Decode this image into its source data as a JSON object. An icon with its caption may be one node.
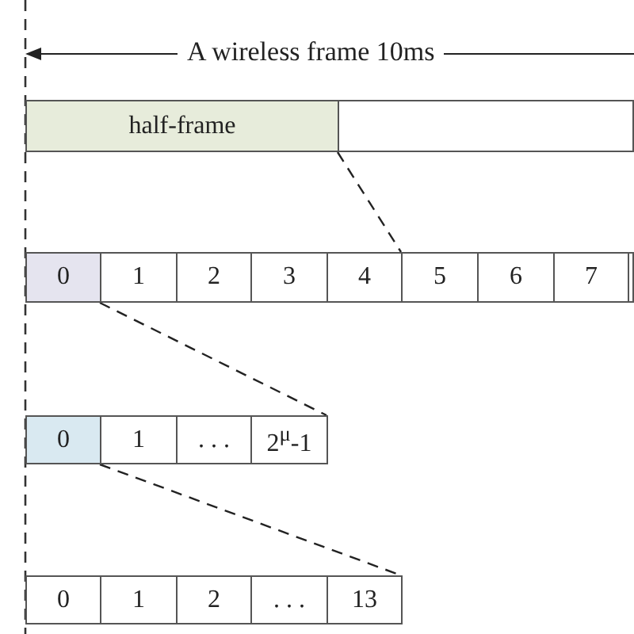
{
  "diagram": {
    "nodes": [
      {
        "text": [
          "half-frame"
        ]
      },
      {
        "text": [],
        "shape": "box"
      },
      {
        "text": [
          "0"
        ]
      },
      {
        "text": [
          "1"
        ]
      },
      {
        "text": [
          "2"
        ]
      },
      {
        "text": [
          "3"
        ]
      },
      {
        "text": [
          "4"
        ]
      },
      {
        "text": [
          "5"
        ]
      },
      {
        "text": [
          "6"
        ]
      },
      {
        "text": [
          "7"
        ]
      },
      {
        "text": [],
        "shape": "box"
      },
      {
        "text": [
          "0"
        ]
      },
      {
        "text": [
          "1"
        ]
      },
      {
        "text": [
          ". . ."
        ]
      },
      {
        "text": [
          "2$^{μ}$-1"
        ]
      },
      {
        "text": [
          "0"
        ]
      },
      {
        "text": [
          "1"
        ]
      },
      {
        "text": [
          "2"
        ]
      },
      {
        "text": [
          ". . ."
        ]
      },
      {
        "text": [
          "13"
        ]
      }
    ],
    "edges": [
      {
        "from": 0,
        "to": 6,
        "arrow": "none",
        "style": "dashed"
      },
      {
        "from": 2,
        "to": 14,
        "arrow": "none",
        "style": "dashed"
      },
      {
        "from": 11,
        "to": 19,
        "arrow": "none",
        "style": "dashed"
      }
    ],
    "labels": [
      "A wireless frame 10ms"
    ]
  }
}
